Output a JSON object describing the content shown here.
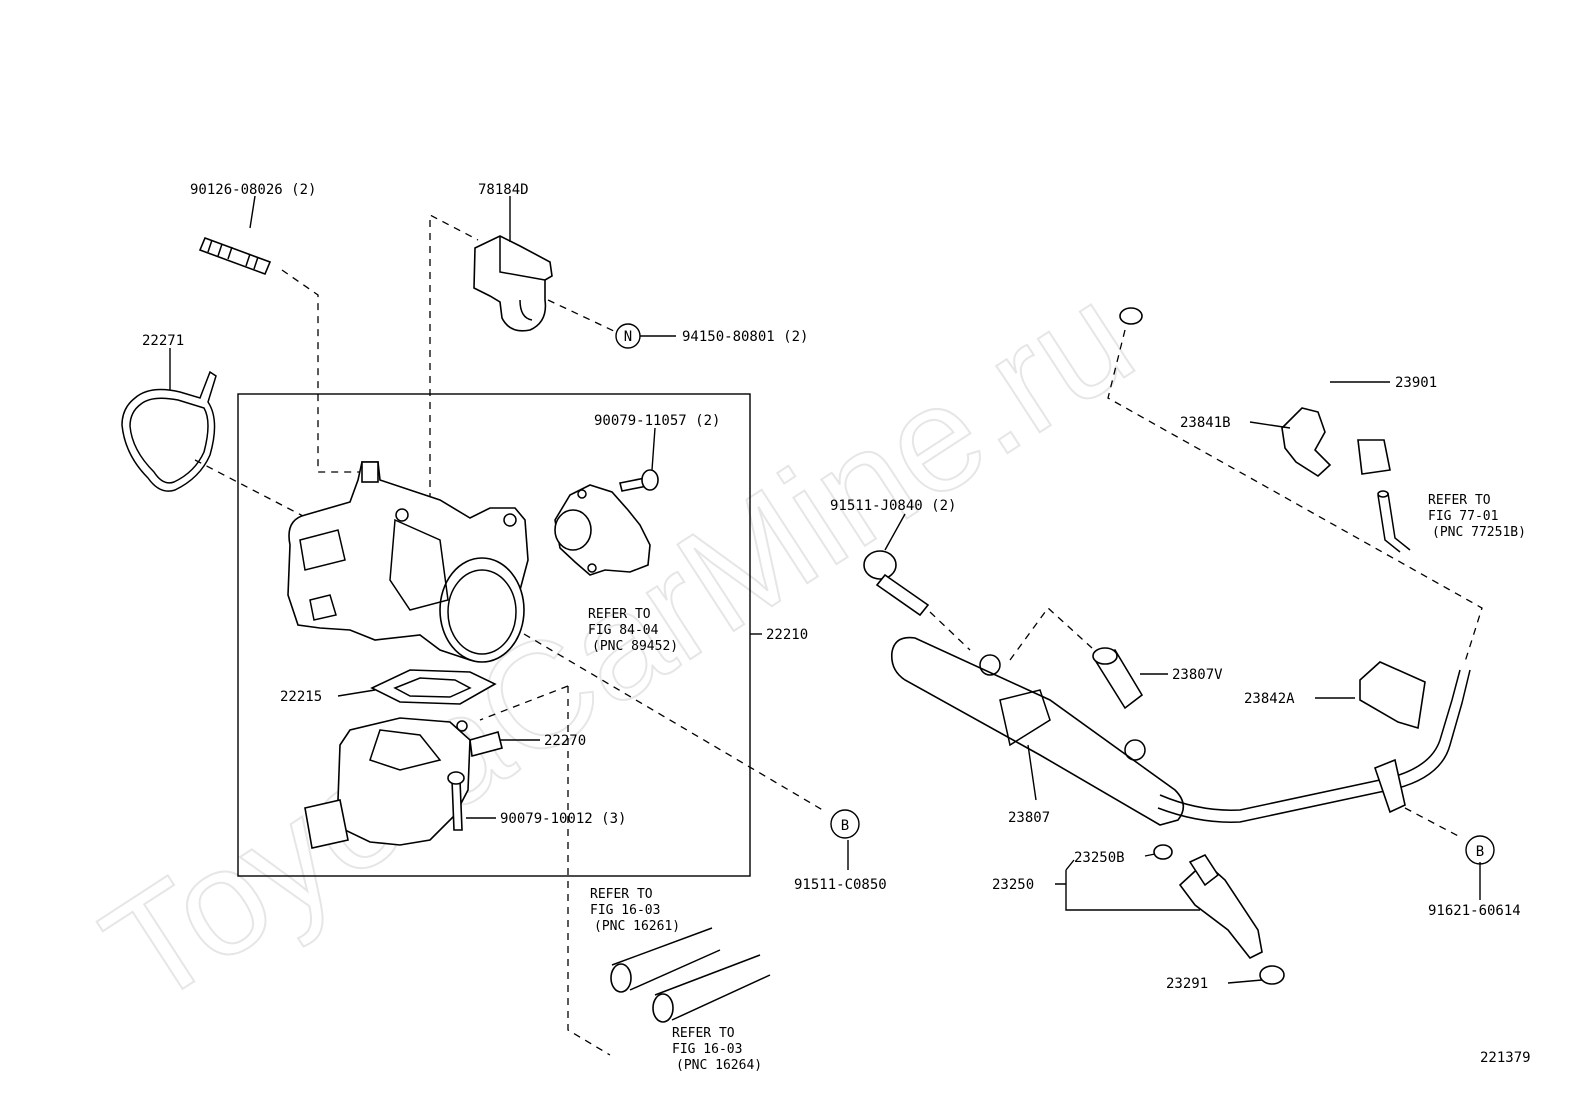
{
  "watermark": "ToyotaCarMine.ru",
  "figure_number": "221379",
  "callouts": {
    "bolt_stud": "90126-08026 (2)",
    "clip": "78184D",
    "clip_bolt": "94150-80801 (2)",
    "gasket": "22271",
    "sensor_screw": "90079-11057 (2)",
    "throttle_body": "22210",
    "gasket_small": "22215",
    "idle_valve": "22270",
    "idle_screw": "90079-10012 (3)",
    "bolt_b_left": "91511-C0850",
    "hose": "23901",
    "clamp": "23841B",
    "rail_bolt": "91511-J0840 (2)",
    "damper": "23807V",
    "clamp2": "23842A",
    "fuel_rail": "23807",
    "injector_ring": "23250B",
    "injector": "23250",
    "injector_seal": "23291",
    "bolt_b_right": "91621-60614"
  },
  "markers": {
    "n": "N",
    "b1": "B",
    "b2": "B"
  },
  "refer": {
    "sensor": {
      "l1": "REFER TO",
      "l2": "FIG 84-04",
      "l3": "(PNC 89452)"
    },
    "hose": {
      "l1": "REFER TO",
      "l2": "FIG 77-01",
      "l3": "(PNC 77251B)"
    },
    "water1": {
      "l1": "REFER TO",
      "l2": "FIG 16-03",
      "l3": "(PNC 16261)"
    },
    "water2": {
      "l1": "REFER TO",
      "l2": "FIG 16-03",
      "l3": "(PNC 16264)"
    }
  }
}
